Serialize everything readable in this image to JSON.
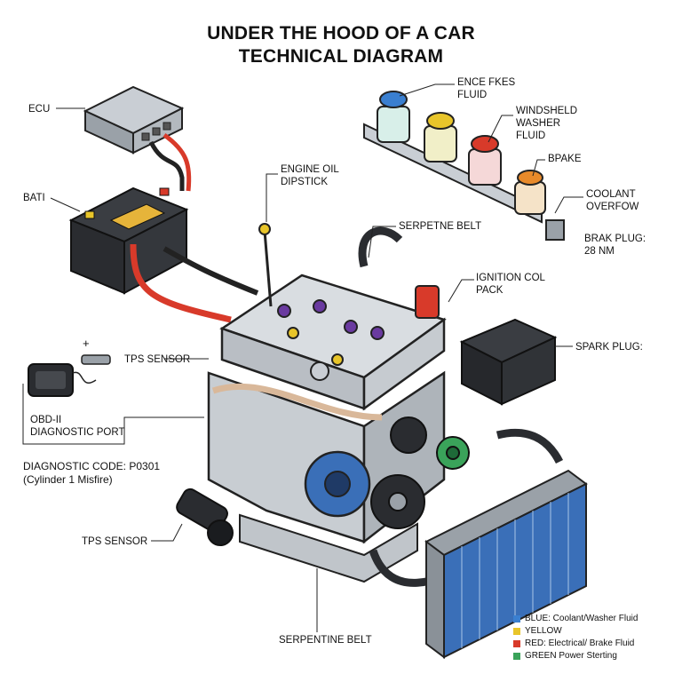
{
  "title": {
    "line1": "UNDER THE HOOD OF A CAR",
    "line2": "TECHNICAL DIAGRAM"
  },
  "labels": {
    "ecu": "ECU",
    "battery": "BATI",
    "engine_oil_line1": "ENGINE OIL",
    "engine_oil_line2": "DIPSTICK",
    "fluid_top_line1": "ENCE FKES",
    "fluid_top_line2": "FLUID",
    "washer_line1": "WINDSHELD",
    "washer_line2": "WASHER",
    "washer_line3": "FLUID",
    "brake": "BPAKE",
    "coolant_line1": "COOLANT",
    "coolant_line2": "OVERFOW",
    "serpentine_top": "SERPETNE BELT",
    "brake_plug_line1": "BRAK PLUG:",
    "brake_plug_line2": "28 NM",
    "ignition_line1": "IGNITION COL",
    "ignition_line2": "PACK",
    "spark_plug": "SPARK PLUG:",
    "tps_top": "TPS SENSOR",
    "obd_line1": "OBD-II",
    "obd_line2": "DIAGNOSTIC PORT",
    "diag_code_line1": "DIAGNOSTIC CODE: P0301",
    "diag_code_line2": "(Cylinder 1 Misfire)",
    "tps_bottom": "TPS SENSOR",
    "serpentine_bottom": "SERPENTINE BELT",
    "plus": "+"
  },
  "legend": [
    {
      "color": "#3a7fd0",
      "text": "BLUE: Coolant/Washer Fluid"
    },
    {
      "color": "#e8c52a",
      "text": "YELLOW"
    },
    {
      "color": "#d83a2a",
      "text": "RED: Electrical/ Brake Fluid"
    },
    {
      "color": "#3aa35a",
      "text": "GREEN Power Sterting"
    }
  ],
  "colors": {
    "blue": "#3a7fd0",
    "yellow": "#e8c52a",
    "red": "#d83a2a",
    "green": "#3aa35a",
    "orange": "#e88a2a",
    "purple": "#6a3aa0"
  }
}
